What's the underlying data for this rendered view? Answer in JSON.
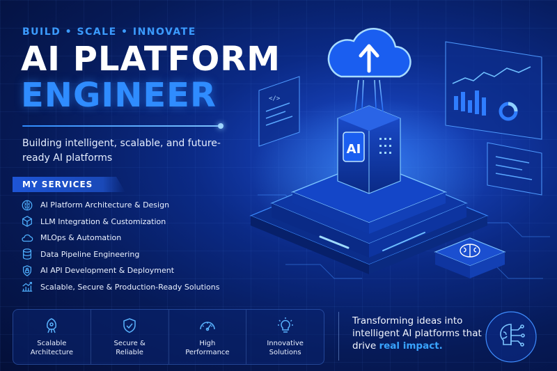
{
  "hero": {
    "tagline": "BUILD • SCALE • INNOVATE",
    "title_line1": "AI PLATFORM",
    "title_line2": "ENGINEER",
    "subtitle": "Building intelligent, scalable, and future-ready AI platforms"
  },
  "services": {
    "heading": "MY SERVICES",
    "items": [
      {
        "label": "AI Platform Architecture & Design",
        "icon": "brain-icon"
      },
      {
        "label": "LLM Integration & Customization",
        "icon": "cube-icon"
      },
      {
        "label": "MLOps & Automation",
        "icon": "cloud-icon"
      },
      {
        "label": "Data Pipeline Engineering",
        "icon": "database-icon"
      },
      {
        "label": "AI API Development & Deployment",
        "icon": "shield-lock-icon"
      },
      {
        "label": "Scalable, Secure & Production-Ready Solutions",
        "icon": "chart-up-icon"
      }
    ]
  },
  "features": [
    {
      "label": "Scalable\nArchitecture",
      "icon": "rocket-icon"
    },
    {
      "label": "Secure &\nReliable",
      "icon": "shield-check-icon"
    },
    {
      "label": "High\nPerformance",
      "icon": "speedometer-icon"
    },
    {
      "label": "Innovative\nSolutions",
      "icon": "lightbulb-icon"
    }
  ],
  "cta": {
    "text": "Transforming ideas into intelligent AI platforms that drive",
    "highlight": "real impact."
  },
  "illustration": {
    "chip_label": "AI",
    "code_tag": "</>"
  },
  "colors": {
    "accent": "#2f8cff",
    "background": "#061a57",
    "highlight": "#39a4ff"
  }
}
